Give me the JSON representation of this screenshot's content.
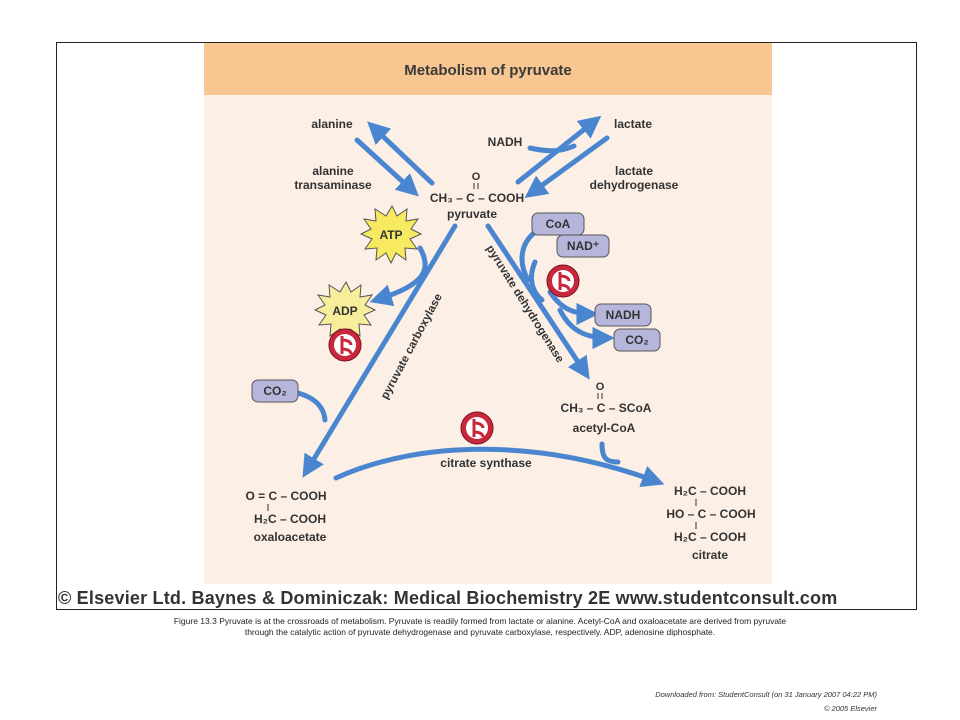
{
  "title": "Metabolism of pyruvate",
  "metabolites": {
    "alanine": "alanine",
    "lactate": "lactate",
    "pyruvate_formula": "CH₃ – C – COOH",
    "pyruvate_carbonyl_o": "O",
    "pyruvate": "pyruvate",
    "acetyl_coa_carbonyl_o": "O",
    "acetyl_coa_formula": "CH₃ – C – SCoA",
    "acetyl_coa": "acetyl-CoA",
    "oxaloacetate_line1": "O = C – COOH",
    "oxaloacetate_line2": "H₂C – COOH",
    "oxaloacetate": "oxaloacetate",
    "citrate_line1": "H₂C – COOH",
    "citrate_line2": "HO – C – COOH",
    "citrate_line3": "H₂C – COOH",
    "citrate": "citrate"
  },
  "enzymes": {
    "alanine_transaminase_1": "alanine",
    "alanine_transaminase_2": "transaminase",
    "lactate_dehydrogenase_1": "lactate",
    "lactate_dehydrogenase_2": "dehydrogenase",
    "pyruvate_dehydrogenase": "pyruvate dehydrogenase",
    "pyruvate_carboxylase": "pyruvate carboxylase",
    "citrate_synthase": "citrate synthase"
  },
  "cofactors": {
    "nadh_top": "NADH",
    "atp": "ATP",
    "adp": "ADP",
    "co2_left": "CO₂",
    "coa": "CoA",
    "nad_plus": "NAD⁺",
    "nadh_right": "NADH",
    "co2_right": "CO₂"
  },
  "copyright": "© Elsevier Ltd. Baynes & Dominiczak: Medical Biochemistry 2E www.studentconsult.com",
  "caption_line1": "Figure 13.3 Pyruvate is at the crossroads of metabolism. Pyruvate is readily formed from lactate or alanine. Acetyl-CoA and oxaloacetate are derived from pyruvate",
  "caption_line2": "through the catalytic action of pyruvate dehydrogenase and pyruvate carboxylase, respectively. ADP, adenosine diphosphate.",
  "downloaded": "Downloaded from: StudentConsult (on 31 January 2007 04:22 PM)",
  "elsevier_year": "© 2005 Elsevier",
  "colors": {
    "arrow_blue": "#4a86cf",
    "title_band": "#f8c690",
    "panel_bg": "#fbefe6",
    "cofactor_box": "#b6b6dc",
    "atp_burst": "#f7ea60",
    "adp_burst": "#f7ee9c",
    "regulation_red": "#c8283c"
  }
}
